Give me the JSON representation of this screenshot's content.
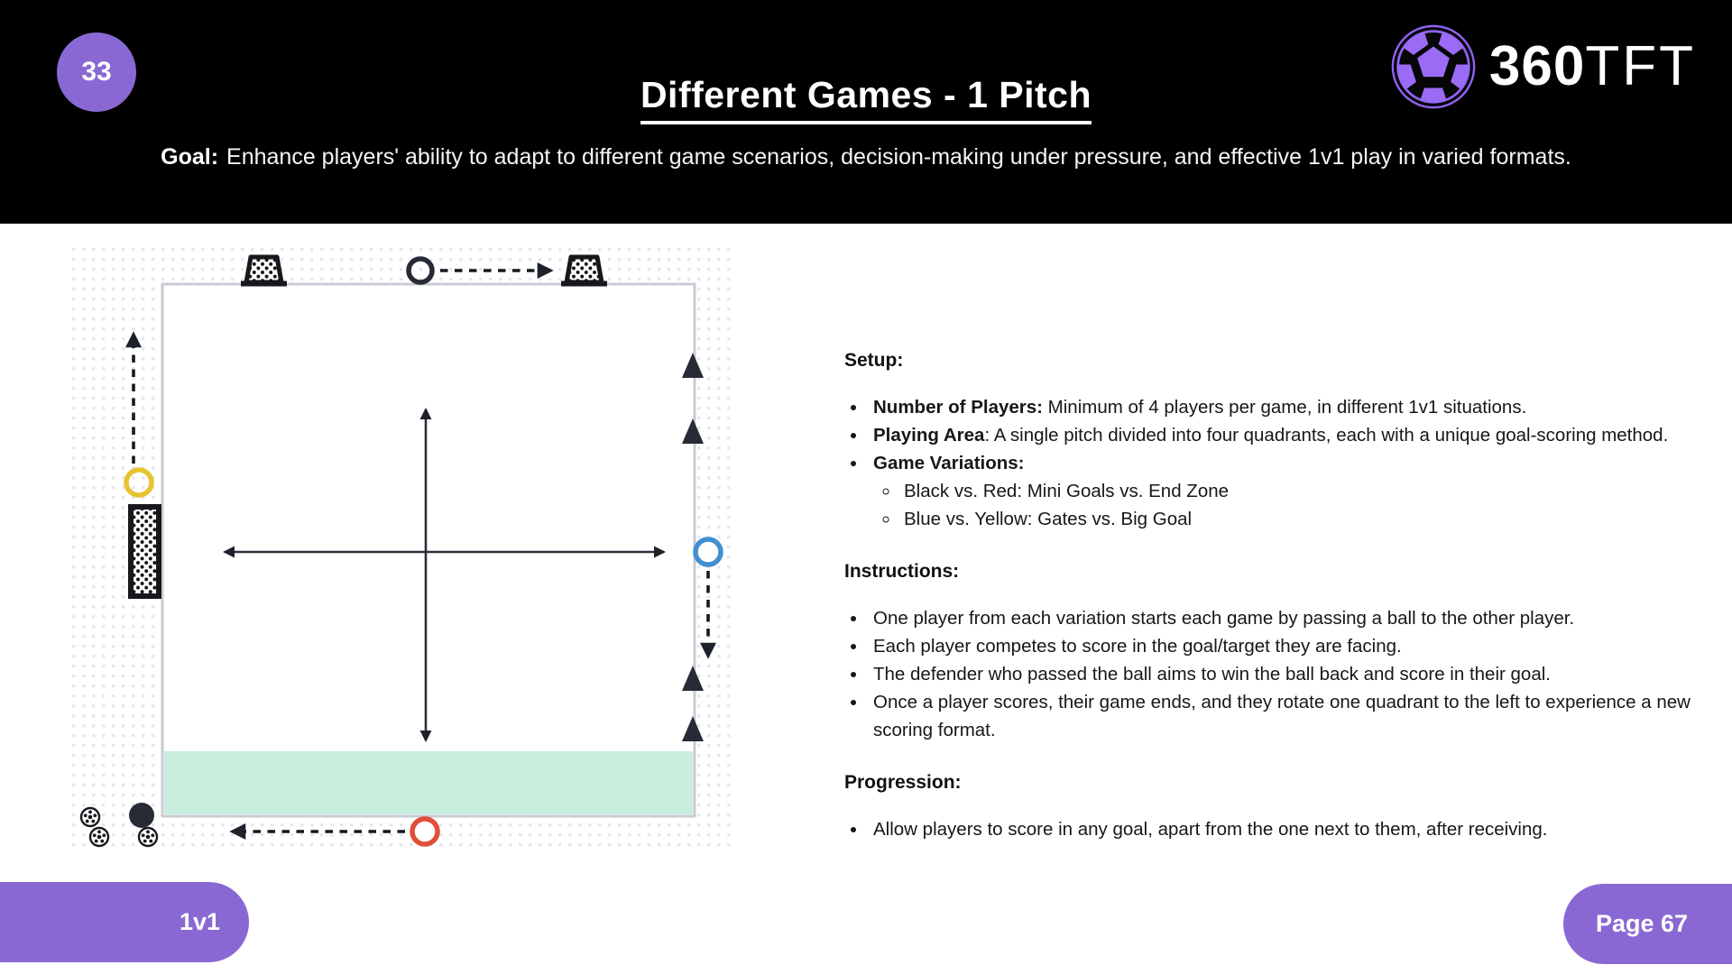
{
  "colors": {
    "header_bg": "#000000",
    "brand_purple": "#8a68d4",
    "logo_purple": "#8f62f2",
    "page_bg": "#ffffff"
  },
  "header": {
    "lesson_number": "33",
    "title": "Different Games - 1 Pitch",
    "goal_label": "Goal:",
    "goal_text": "Enhance players' ability to adapt to different game scenarios, decision-making under pressure, and effective 1v1 play in varied formats.",
    "logo": {
      "bold": "360",
      "light": "TFT"
    }
  },
  "diagram": {
    "description": "Square pitch divided into four quadrants: mini goals and black player with pass arrow at top, yellow player and big goal on left, blue player with gate cones on right, red player and green end zone at bottom, spare balls bottom-left",
    "colors": {
      "end_zone": "#c9eedd",
      "black": "#262b35",
      "yellow": "#e8c331",
      "blue": "#418fd2",
      "red": "#e04e3a",
      "pitch_line": "#c9cbd4",
      "grid_dot": "#e4e7f1"
    }
  },
  "sections": {
    "setup": {
      "heading": "Setup:",
      "items": [
        {
          "lead": "Number of Players:",
          "rest": " Minimum of 4 players per game, in different 1v1 situations."
        },
        {
          "lead": "Playing Area",
          "rest": ": A single pitch divided into four quadrants, each with a unique goal-scoring method."
        },
        {
          "lead": "Game Variations:",
          "rest": ""
        }
      ],
      "variations": [
        "Black vs. Red: Mini Goals vs. End Zone",
        "Blue vs. Yellow: Gates vs. Big Goal"
      ]
    },
    "instructions": {
      "heading": "Instructions:",
      "items": [
        "One player from each variation starts each game by passing a ball to the other player.",
        "Each player competes to score in the goal/target they are facing.",
        "The defender who passed the ball aims to win the ball back and score in their goal.",
        "Once a player scores, their game ends, and they rotate one quadrant to the left to experience a new scoring format."
      ]
    },
    "progression": {
      "heading": "Progression:",
      "items": [
        "Allow players to score in any goal, apart from the one next to them, after receiving."
      ]
    }
  },
  "footer": {
    "drill_tag": "1v1",
    "page_label": "Page 67"
  }
}
